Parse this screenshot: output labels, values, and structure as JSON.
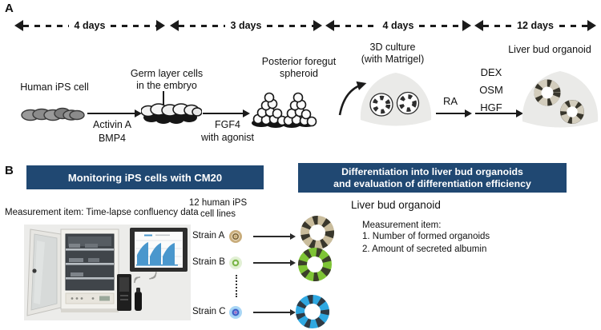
{
  "panel_a": {
    "label": "A",
    "timeline": [
      {
        "duration": "4 days"
      },
      {
        "duration": "3 days"
      },
      {
        "duration": "4 days"
      },
      {
        "duration": "12 days"
      }
    ],
    "stage1_label": "Human iPS cell",
    "arrow1_line1": "Activin A",
    "arrow1_line2": "BMP4",
    "stage2_line1": "Germ layer cells",
    "stage2_line2": "in the embryo",
    "arrow2_line1": "FGF4",
    "arrow2_line2": "with agonist",
    "stage3_line1": "Posterior foregut",
    "stage3_line2": "spheroid",
    "stage4_line1": "3D culture",
    "stage4_line2": "(with Matrigel)",
    "arrow3_label": "RA",
    "arrow4_line1": "DEX",
    "arrow4_line2": "OSM",
    "arrow4_line3": "HGF",
    "stage5_label": "Liver bud organoid"
  },
  "panel_b": {
    "label": "B",
    "left_banner": "Monitoring iPS cells with CM20",
    "right_banner_line1": "Differentiation into liver bud organoids",
    "right_banner_line2": "and evaluation of differentiation efficiency",
    "measurement_left": "Measurement item: Time-lapse confluency data",
    "cell_lines_line1": "12 human iPS",
    "cell_lines_line2": "cell lines",
    "strains": [
      {
        "name": "Strain A",
        "icon_color": "#c9ad7c",
        "organoid_color": "#c9bc9c"
      },
      {
        "name": "Strain B",
        "icon_color": "#8fc457",
        "organoid_color": "#7ec435"
      },
      {
        "name": "Strain C",
        "icon_color": "#7fb3e8",
        "organoid_color": "#2fa8e1"
      }
    ],
    "right_heading": "Liver bud organoid",
    "measurement_right_title": "Measurement item:",
    "measurement_right_item1": "1. Number of formed organoids",
    "measurement_right_item2": "2. Amount of secreted albumin"
  },
  "colors": {
    "banner_navy": "#204872",
    "banner_text": "#ffffff",
    "graph_blue": "#4a97cd",
    "ink": "#1b1b1b",
    "dark_wedge": "#39372c"
  }
}
